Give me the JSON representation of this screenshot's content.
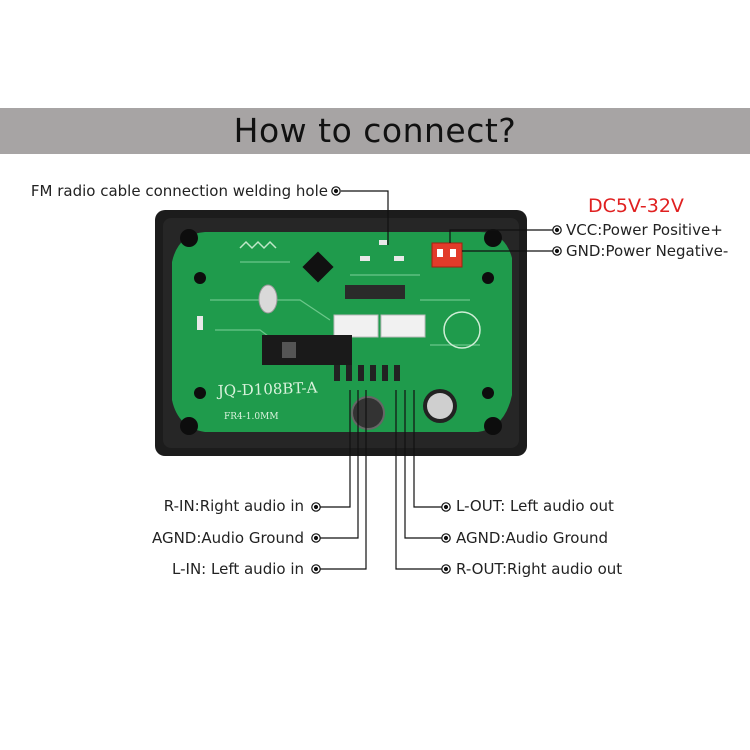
{
  "banner": {
    "title": "How to connect?"
  },
  "power": {
    "voltage": "DC5V-32V"
  },
  "labels": {
    "fm": "FM radio cable connection welding hole",
    "vcc": "VCC:Power Positive+",
    "gnd": "GND:Power Negative-",
    "rin": "R-IN:Right audio in",
    "agnd_left": "AGND:Audio Ground",
    "lin": "L-IN: Left audio in",
    "lout": "L-OUT: Left audio out",
    "agnd_right": "AGND:Audio Ground",
    "rout": "R-OUT:Right audio out"
  },
  "board": {
    "model": "JQ-D108BT-A",
    "spec": "FR4-1.0MM"
  },
  "colors": {
    "banner": "#a7a4a4",
    "voltage": "#e02020",
    "pcb": "#1e9a4a",
    "housing": "#1a1a1a"
  }
}
